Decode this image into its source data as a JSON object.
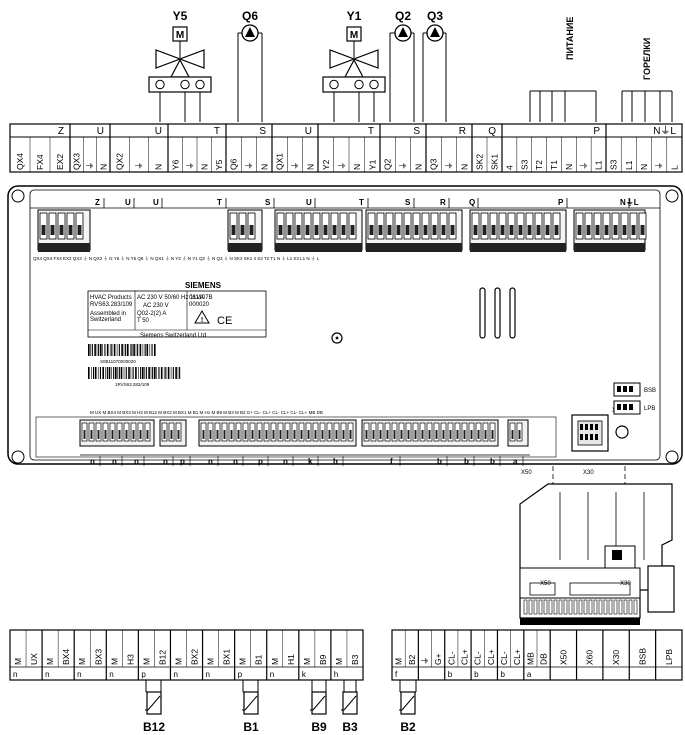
{
  "top_devices": [
    "Y5",
    "Q6",
    "Y1",
    "Q2",
    "Q3"
  ],
  "top_device_m": "M",
  "group_labels": {
    "power": "ПИТАНИЕ",
    "burners": "ГОРЕЛКИ"
  },
  "top_headers": [
    "Z",
    "U",
    "U",
    "T",
    "S",
    "U",
    "T",
    "S",
    "R",
    "Q",
    "P",
    "N⏚L"
  ],
  "top_terminals": [
    [
      "QX4",
      "FX4",
      "EX2"
    ],
    [
      "QX3",
      "⏚",
      "N"
    ],
    [
      "QX2",
      "⏚",
      "N"
    ],
    [
      "Y6",
      "⏚",
      "N",
      "Y5"
    ],
    [
      "Q6",
      "⏚",
      "N"
    ],
    [
      "QX1",
      "⏚",
      "N"
    ],
    [
      "Y2",
      "⏚",
      "N",
      "Y1"
    ],
    [
      "Q2",
      "⏚",
      "N"
    ],
    [
      "Q3",
      "⏚",
      "N"
    ],
    [
      "SK2",
      "SK1"
    ],
    [
      "4",
      "S3",
      "T2",
      "T1",
      "N",
      "⏚",
      "L1"
    ],
    [
      "S3",
      "L1",
      "N",
      "⏚",
      "L"
    ]
  ],
  "controller": {
    "top_row_headers": [
      "Z",
      "U",
      "U",
      "T",
      "S",
      "U",
      "T",
      "S",
      "R",
      "Q",
      "P",
      "N⏚L"
    ],
    "top_pin_labels": "QX4 QX4 FX4 EX2  QX3 ⏚ N  QX2 ⏚ N  Y6 ⏚ N Y5  Q6 ⏚ N  QX1 ⏚ N  Y2 ⏚ N Y1  Q2 ⏚ N  Q3 ⏚ N  SK2 SK1  4 S3 T2 T1 N ⏚ L1  S3 L1 N ⏚ L",
    "brand": "SIEMENS",
    "nameplate": {
      "line1": "HVAC Products",
      "line2": "RVS63.283/109",
      "line3": "Assembled in",
      "line4": "Switzerland",
      "power1": "AC 230 V  50/60 Hz  11VA",
      "power2": "AC 230 V",
      "power3": "Q02-2(2) A",
      "power4": "T 50",
      "code1": "061107B",
      "code2": "000020",
      "ce": "CE",
      "maker": "Siemens Switzerland Ltd"
    },
    "barcode1_text": "S0B11070000020",
    "barcode2_text": "1RVS63.283/109",
    "bottom_pin_labels": "M UX M BX4 M BX3  M H3 M B12  M BX2 M BX1 M B1 M H1 M B9 M B3  M B2  G+ CL- CL+ CL- CL+ CL- CL+  MB DB",
    "bottom_letters": [
      "n",
      "n",
      "n",
      "n",
      "p",
      "n",
      "n",
      "p",
      "n",
      "k",
      "h",
      "f",
      "b",
      "b",
      "b",
      "a"
    ],
    "port_labels": [
      "X60",
      "BSB",
      "LPB"
    ],
    "x50": "X50",
    "x30": "X30"
  },
  "side_view": {
    "x50": "X50",
    "x30": "X30"
  },
  "bottom_terminals": [
    {
      "letter": "n",
      "pins": [
        "M",
        "UX"
      ]
    },
    {
      "letter": "n",
      "pins": [
        "M",
        "BX4"
      ]
    },
    {
      "letter": "n",
      "pins": [
        "M",
        "BX3"
      ]
    },
    {
      "letter": "n",
      "pins": [
        "M",
        "H3"
      ]
    },
    {
      "letter": "p",
      "pins": [
        "M",
        "B12"
      ]
    },
    {
      "letter": "n",
      "pins": [
        "M",
        "BX2"
      ]
    },
    {
      "letter": "n",
      "pins": [
        "M",
        "BX1"
      ]
    },
    {
      "letter": "p",
      "pins": [
        "M",
        "B1"
      ]
    },
    {
      "letter": "n",
      "pins": [
        "M",
        "H1"
      ]
    },
    {
      "letter": "k",
      "pins": [
        "M",
        "B9"
      ]
    },
    {
      "letter": "h",
      "pins": [
        "M",
        "B3"
      ]
    },
    {
      "letter": "f",
      "pins": [
        "M",
        "B2"
      ]
    },
    {
      "letter": "",
      "pins": [
        "⏚",
        "G+"
      ]
    },
    {
      "letter": "b",
      "pins": [
        "CL-",
        "CL+"
      ]
    },
    {
      "letter": "b",
      "pins": [
        "CL-",
        "CL+"
      ]
    },
    {
      "letter": "b",
      "pins": [
        "CL-",
        "CL+"
      ]
    },
    {
      "letter": "a",
      "pins": [
        "MB",
        "DB"
      ]
    },
    {
      "letter": "",
      "pins": [
        "X50"
      ]
    },
    {
      "letter": "",
      "pins": [
        "X60"
      ]
    },
    {
      "letter": "",
      "pins": [
        "X30"
      ]
    },
    {
      "letter": "",
      "pins": [
        "BSB"
      ]
    },
    {
      "letter": "",
      "pins": [
        "LPB"
      ]
    }
  ],
  "sensors": [
    "B12",
    "B1",
    "B9",
    "B3",
    "B2"
  ]
}
